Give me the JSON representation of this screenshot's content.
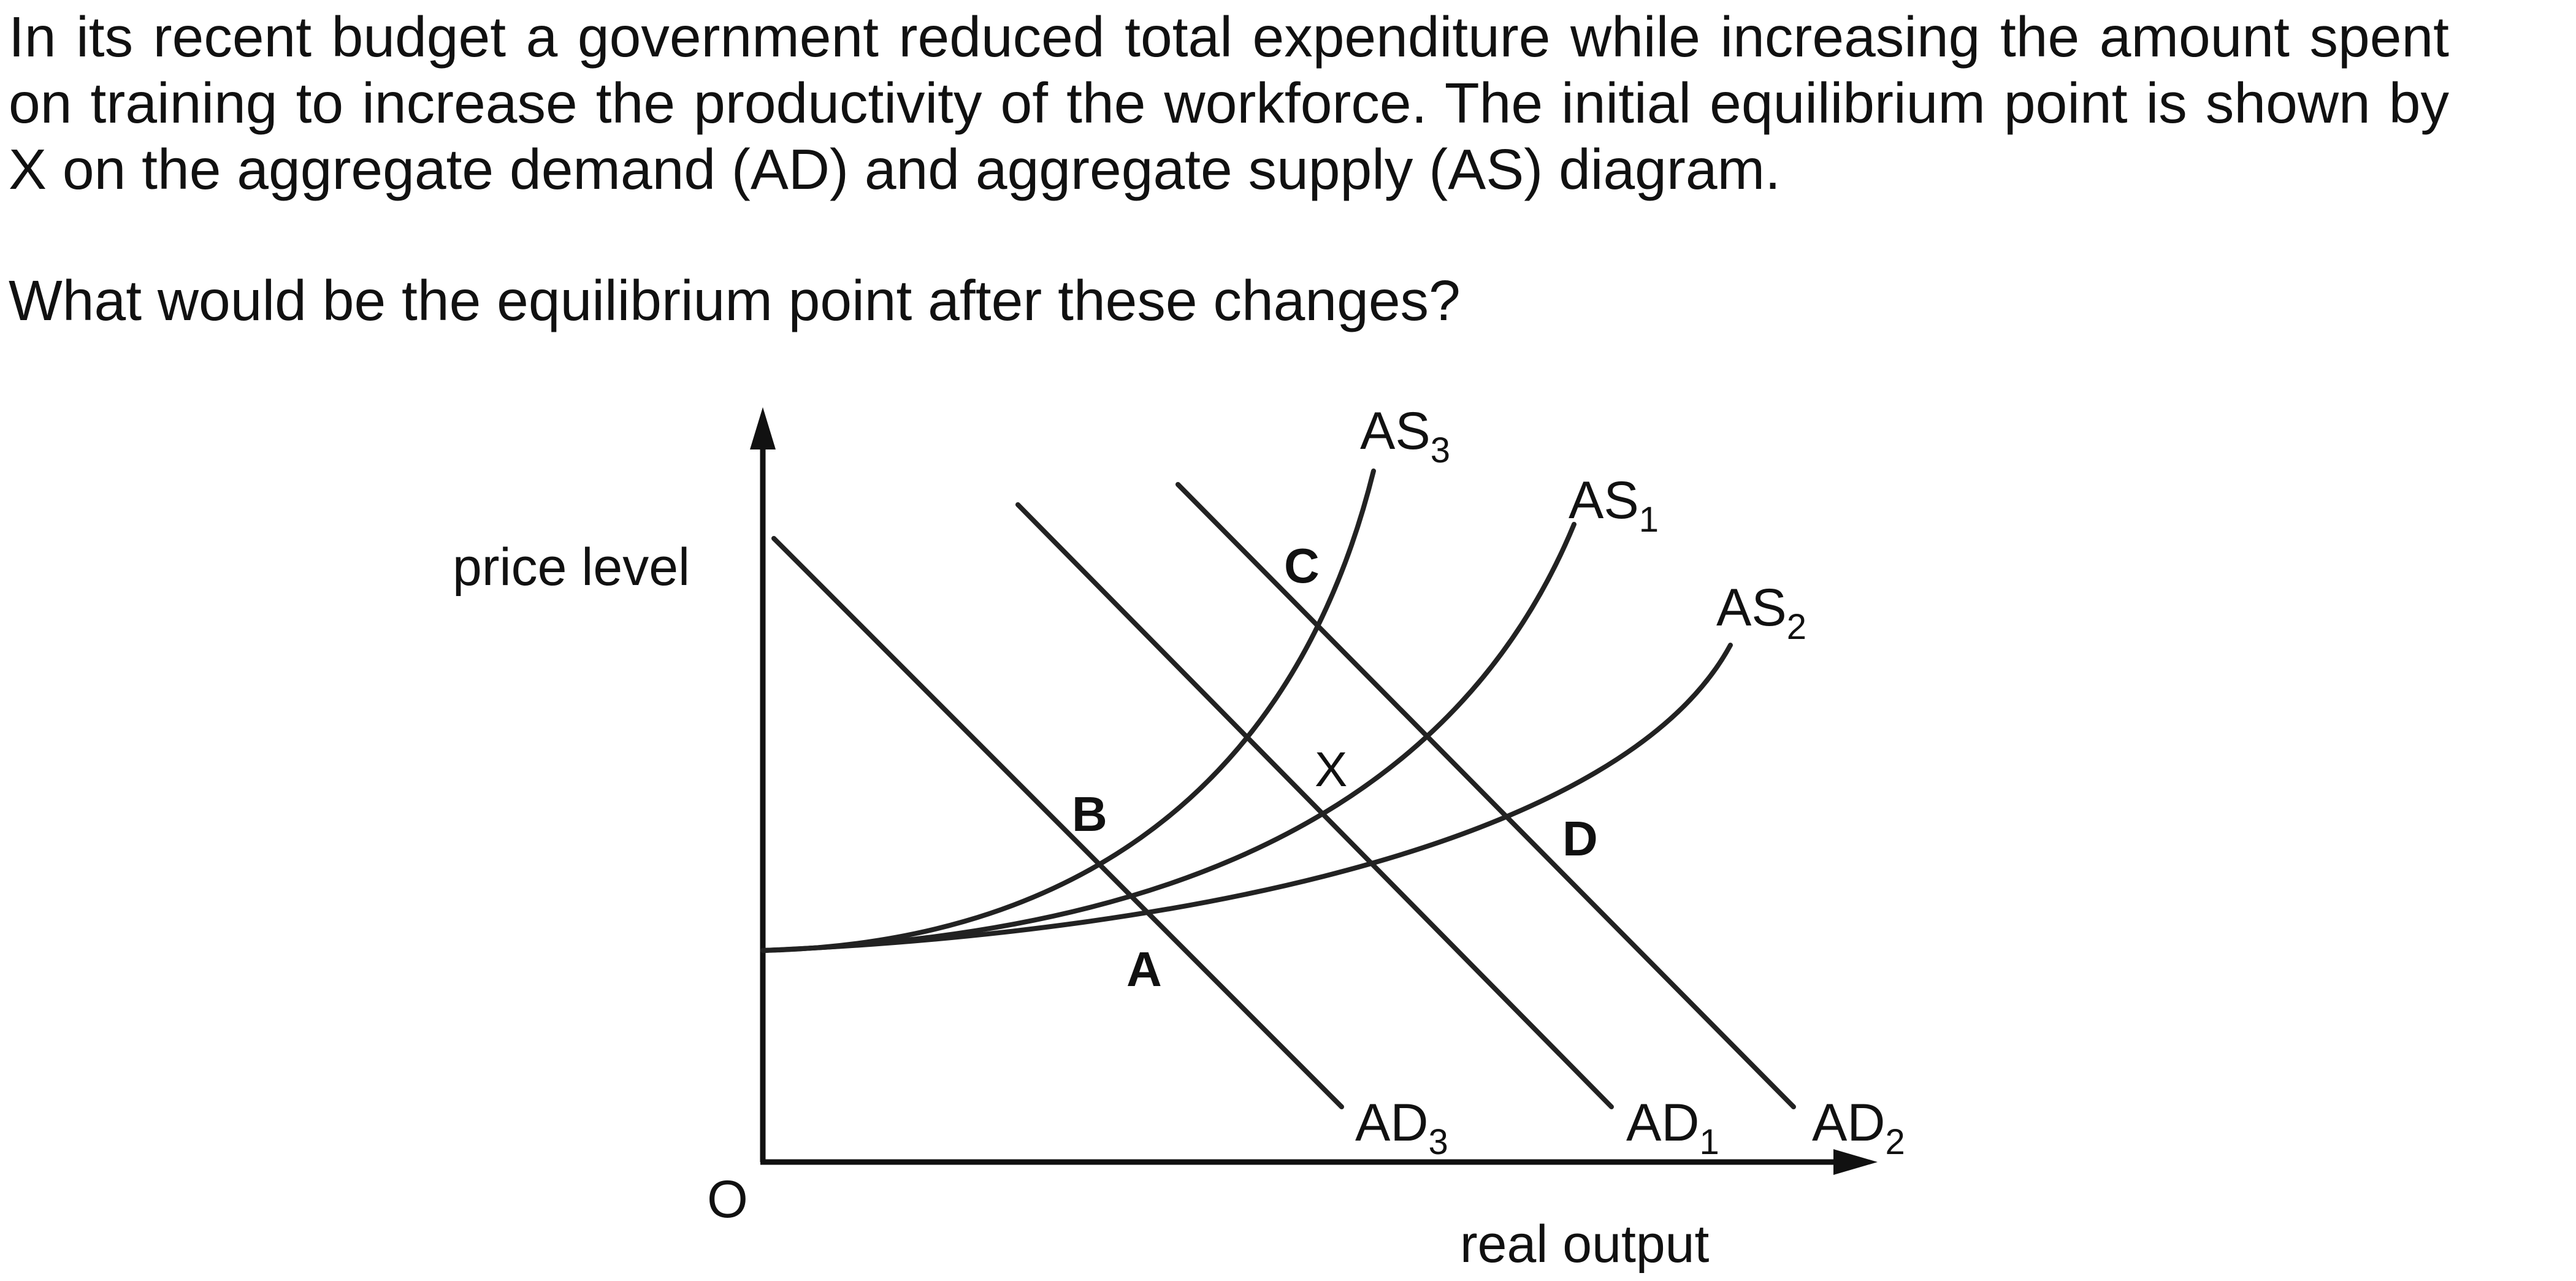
{
  "question": {
    "intro": "In its recent budget a government reduced total expenditure while increasing the amount spent on training to increase the productivity of the workforce. The initial equilibrium point is shown by X on the aggregate demand (AD) and aggregate supply (AS) diagram.",
    "prompt": "What would be the equilibrium point after these changes?"
  },
  "diagram": {
    "y_axis_label": "price level",
    "x_axis_label": "real output",
    "origin_label": "O",
    "curves": {
      "as3": {
        "base": "AS",
        "sub": "3"
      },
      "as1": {
        "base": "AS",
        "sub": "1"
      },
      "as2": {
        "base": "AS",
        "sub": "2"
      },
      "ad3": {
        "base": "AD",
        "sub": "3"
      },
      "ad1": {
        "base": "AD",
        "sub": "1"
      },
      "ad2": {
        "base": "AD",
        "sub": "2"
      }
    },
    "points": {
      "x": "X",
      "a": "A",
      "b": "B",
      "c": "C",
      "d": "D"
    }
  }
}
